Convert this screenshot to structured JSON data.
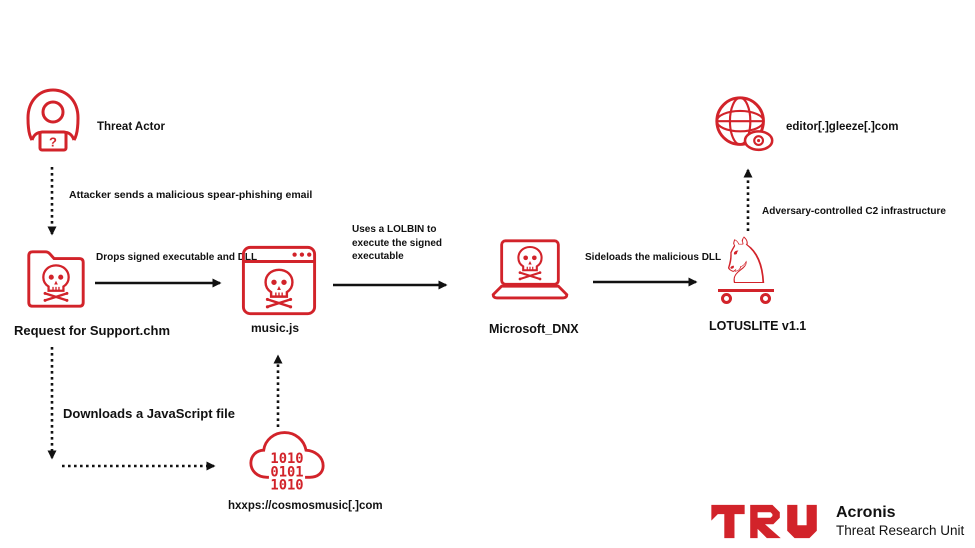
{
  "accent_color": "#d2232a",
  "nodes": {
    "threat_actor": {
      "label": "Threat Actor"
    },
    "chm": {
      "label": "Request for Support.chm"
    },
    "musicjs": {
      "label": "music.js"
    },
    "dnx": {
      "label": "Microsoft_DNX"
    },
    "lotuslite": {
      "label": "LOTUSLITE v1.1"
    },
    "c2": {
      "label": "editor[.]gleeze[.]com"
    },
    "cloud": {
      "label": "hxxps://cosmosmusic[.]com",
      "binary": [
        "1010",
        "0101",
        "1010"
      ]
    }
  },
  "edges": {
    "phishing": "Attacker sends a malicious spear-phishing email",
    "drops": "Drops signed executable and DLL",
    "lolbin": "Uses a LOLBIN to execute the signed executable",
    "sideloads": "Sideloads the malicious DLL",
    "c2infra": "Adversary-controlled C2 infrastructure",
    "downloads": "Downloads a JavaScript file"
  },
  "icons": {
    "question_glyph": "?",
    "horse_glyph": "♘"
  },
  "footer": {
    "brand": "Acronis",
    "unit": "Threat Research Unit"
  }
}
